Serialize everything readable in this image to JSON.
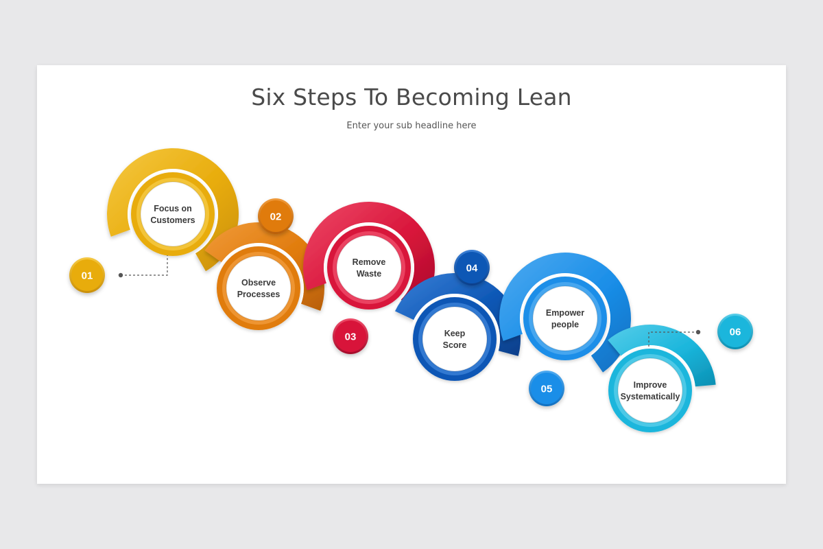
{
  "title": "Six Steps To Becoming Lean",
  "subtitle": "Enter your sub headline here",
  "steps": [
    {
      "number": "01",
      "line1": "Focus on",
      "line2": "Customers",
      "color": "#e8ac0c",
      "dark": "#c98f07",
      "light": "#f5c842"
    },
    {
      "number": "02",
      "line1": "Observe",
      "line2": "Processes",
      "color": "#e07b0c",
      "dark": "#b85f06",
      "light": "#f09a3a"
    },
    {
      "number": "03",
      "line1": "Remove",
      "line2": "Waste",
      "color": "#d8143a",
      "dark": "#a50c2a",
      "light": "#ee4a68"
    },
    {
      "number": "04",
      "line1": "Keep",
      "line2": "Score",
      "color": "#0d57b5",
      "dark": "#083f8a",
      "light": "#3a7fd6"
    },
    {
      "number": "05",
      "line1": "Empower",
      "line2": "people",
      "color": "#1a8ee8",
      "dark": "#0f6fc0",
      "light": "#4eaaf0"
    },
    {
      "number": "06",
      "line1": "Improve",
      "line2": "Systematically",
      "color": "#1bb6dc",
      "dark": "#0b8fb2",
      "light": "#56cde9"
    }
  ]
}
